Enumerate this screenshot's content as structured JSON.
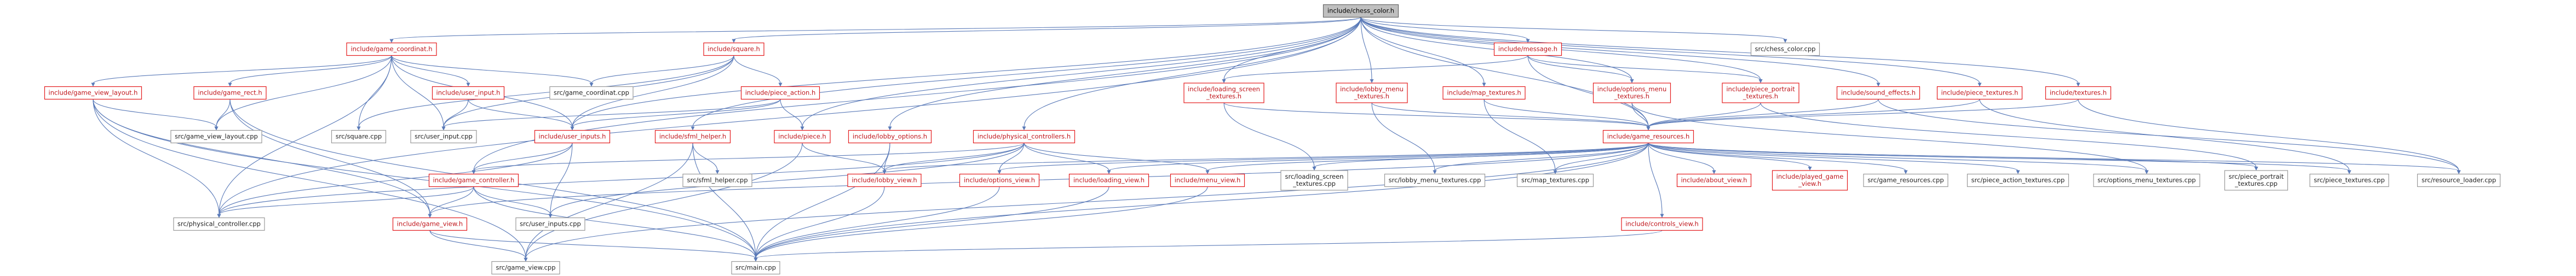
{
  "graph": {
    "nodes": [
      {
        "id": "chess_color",
        "lines": [
          "include/chess_color.h"
        ],
        "kind": "root"
      },
      {
        "id": "game_coordinat",
        "lines": [
          "include/game_coordinat.h"
        ],
        "kind": "header"
      },
      {
        "id": "square",
        "lines": [
          "include/square.h"
        ],
        "kind": "header"
      },
      {
        "id": "message",
        "lines": [
          "include/message.h"
        ],
        "kind": "header"
      },
      {
        "id": "chess_color_cpp",
        "lines": [
          "src/chess_color.cpp"
        ],
        "kind": "cpp"
      },
      {
        "id": "game_view_layout",
        "lines": [
          "include/game_view_layout.h"
        ],
        "kind": "header"
      },
      {
        "id": "game_rect",
        "lines": [
          "include/game_rect.h"
        ],
        "kind": "header"
      },
      {
        "id": "user_input",
        "lines": [
          "include/user_input.h"
        ],
        "kind": "header"
      },
      {
        "id": "game_coordinat_cpp",
        "lines": [
          "src/game_coordinat.cpp"
        ],
        "kind": "cpp"
      },
      {
        "id": "piece_action",
        "lines": [
          "include/piece_action.h"
        ],
        "kind": "header"
      },
      {
        "id": "loading_screen_textures",
        "lines": [
          "include/loading_screen",
          "_textures.h"
        ],
        "kind": "header"
      },
      {
        "id": "lobby_menu_textures",
        "lines": [
          "include/lobby_menu",
          "_textures.h"
        ],
        "kind": "header"
      },
      {
        "id": "map_textures",
        "lines": [
          "include/map_textures.h"
        ],
        "kind": "header"
      },
      {
        "id": "options_menu_textures",
        "lines": [
          "include/options_menu",
          "_textures.h"
        ],
        "kind": "header"
      },
      {
        "id": "piece_portrait_textures",
        "lines": [
          "include/piece_portrait",
          "_textures.h"
        ],
        "kind": "header"
      },
      {
        "id": "sound_effects",
        "lines": [
          "include/sound_effects.h"
        ],
        "kind": "header"
      },
      {
        "id": "piece_textures",
        "lines": [
          "include/piece_textures.h"
        ],
        "kind": "header"
      },
      {
        "id": "textures",
        "lines": [
          "include/textures.h"
        ],
        "kind": "header"
      },
      {
        "id": "game_view_layout_cpp",
        "lines": [
          "src/game_view_layout.cpp"
        ],
        "kind": "cpp"
      },
      {
        "id": "square_cpp",
        "lines": [
          "src/square.cpp"
        ],
        "kind": "cpp"
      },
      {
        "id": "user_input_cpp",
        "lines": [
          "src/user_input.cpp"
        ],
        "kind": "cpp"
      },
      {
        "id": "user_inputs",
        "lines": [
          "include/user_inputs.h"
        ],
        "kind": "header"
      },
      {
        "id": "sfml_helper",
        "lines": [
          "include/sfml_helper.h"
        ],
        "kind": "header"
      },
      {
        "id": "piece",
        "lines": [
          "include/piece.h"
        ],
        "kind": "header"
      },
      {
        "id": "lobby_options",
        "lines": [
          "include/lobby_options.h"
        ],
        "kind": "header"
      },
      {
        "id": "physical_controllers",
        "lines": [
          "include/physical_controllers.h"
        ],
        "kind": "header"
      },
      {
        "id": "game_resources",
        "lines": [
          "include/game_resources.h"
        ],
        "kind": "header"
      },
      {
        "id": "game_controller",
        "lines": [
          "include/game_controller.h"
        ],
        "kind": "header"
      },
      {
        "id": "sfml_helper_cpp",
        "lines": [
          "src/sfml_helper.cpp"
        ],
        "kind": "cpp"
      },
      {
        "id": "lobby_view",
        "lines": [
          "include/lobby_view.h"
        ],
        "kind": "header"
      },
      {
        "id": "options_view",
        "lines": [
          "include/options_view.h"
        ],
        "kind": "header"
      },
      {
        "id": "loading_view",
        "lines": [
          "include/loading_view.h"
        ],
        "kind": "header"
      },
      {
        "id": "menu_view",
        "lines": [
          "include/menu_view.h"
        ],
        "kind": "header"
      },
      {
        "id": "loading_screen_textures_cpp",
        "lines": [
          "src/loading_screen",
          "_textures.cpp"
        ],
        "kind": "cpp"
      },
      {
        "id": "lobby_menu_textures_cpp",
        "lines": [
          "src/lobby_menu_textures.cpp"
        ],
        "kind": "cpp"
      },
      {
        "id": "map_textures_cpp",
        "lines": [
          "src/map_textures.cpp"
        ],
        "kind": "cpp"
      },
      {
        "id": "about_view",
        "lines": [
          "include/about_view.h"
        ],
        "kind": "header"
      },
      {
        "id": "played_game_view",
        "lines": [
          "include/played_game",
          "_view.h"
        ],
        "kind": "header"
      },
      {
        "id": "game_resources_cpp",
        "lines": [
          "src/game_resources.cpp"
        ],
        "kind": "cpp"
      },
      {
        "id": "piece_action_textures_cpp",
        "lines": [
          "src/piece_action_textures.cpp"
        ],
        "kind": "cpp"
      },
      {
        "id": "options_menu_textures_cpp",
        "lines": [
          "src/options_menu_textures.cpp"
        ],
        "kind": "cpp"
      },
      {
        "id": "piece_portrait_textures_cpp",
        "lines": [
          "src/piece_portrait",
          "_textures.cpp"
        ],
        "kind": "cpp"
      },
      {
        "id": "piece_textures_cpp",
        "lines": [
          "src/piece_textures.cpp"
        ],
        "kind": "cpp"
      },
      {
        "id": "resource_loader_cpp",
        "lines": [
          "src/resource_loader.cpp"
        ],
        "kind": "cpp"
      },
      {
        "id": "physical_controller_cpp",
        "lines": [
          "src/physical_controller.cpp"
        ],
        "kind": "cpp"
      },
      {
        "id": "user_inputs_cpp",
        "lines": [
          "src/user_inputs.cpp"
        ],
        "kind": "cpp"
      },
      {
        "id": "game_view",
        "lines": [
          "include/game_view.h"
        ],
        "kind": "header"
      },
      {
        "id": "controls_view",
        "lines": [
          "include/controls_view.h"
        ],
        "kind": "header"
      },
      {
        "id": "game_view_cpp",
        "lines": [
          "src/game_view.cpp"
        ],
        "kind": "cpp"
      },
      {
        "id": "main_cpp",
        "lines": [
          "src/main.cpp"
        ],
        "kind": "cpp"
      }
    ],
    "edges": [
      [
        "chess_color",
        "game_coordinat"
      ],
      [
        "chess_color",
        "square"
      ],
      [
        "chess_color",
        "message"
      ],
      [
        "chess_color",
        "chess_color_cpp"
      ],
      [
        "chess_color",
        "loading_screen_textures"
      ],
      [
        "chess_color",
        "lobby_menu_textures"
      ],
      [
        "chess_color",
        "map_textures"
      ],
      [
        "chess_color",
        "options_menu_textures"
      ],
      [
        "chess_color",
        "piece_portrait_textures"
      ],
      [
        "chess_color",
        "sound_effects"
      ],
      [
        "chess_color",
        "piece_textures"
      ],
      [
        "chess_color",
        "textures"
      ],
      [
        "chess_color",
        "user_inputs"
      ],
      [
        "chess_color",
        "sfml_helper"
      ],
      [
        "chess_color",
        "piece"
      ],
      [
        "chess_color",
        "lobby_options"
      ],
      [
        "chess_color",
        "physical_controllers"
      ],
      [
        "chess_color",
        "game_resources"
      ],
      [
        "chess_color",
        "game_controller"
      ],
      [
        "chess_color",
        "physical_controller_cpp"
      ],
      [
        "game_coordinat",
        "game_view_layout"
      ],
      [
        "game_coordinat",
        "game_rect"
      ],
      [
        "game_coordinat",
        "user_input"
      ],
      [
        "game_coordinat",
        "game_coordinat_cpp"
      ],
      [
        "game_coordinat",
        "square_cpp"
      ],
      [
        "game_coordinat",
        "game_view_layout_cpp"
      ],
      [
        "game_coordinat",
        "user_input_cpp"
      ],
      [
        "game_coordinat",
        "user_inputs"
      ],
      [
        "game_coordinat",
        "physical_controller_cpp"
      ],
      [
        "square",
        "piece_action"
      ],
      [
        "square",
        "square_cpp"
      ],
      [
        "square",
        "game_coordinat_cpp"
      ],
      [
        "square",
        "user_inputs"
      ],
      [
        "square",
        "user_input_cpp"
      ],
      [
        "message",
        "loading_screen_textures"
      ],
      [
        "message",
        "game_resources"
      ],
      [
        "message",
        "options_menu_textures"
      ],
      [
        "message",
        "piece_portrait_textures"
      ],
      [
        "game_view_layout",
        "game_view_layout_cpp"
      ],
      [
        "game_view_layout",
        "physical_controller_cpp"
      ],
      [
        "game_view_layout",
        "game_view"
      ],
      [
        "game_view_layout",
        "game_view_cpp"
      ],
      [
        "game_view_layout",
        "main_cpp"
      ],
      [
        "game_rect",
        "game_view_layout_cpp"
      ],
      [
        "game_rect",
        "game_view"
      ],
      [
        "game_rect",
        "main_cpp"
      ],
      [
        "user_input",
        "user_input_cpp"
      ],
      [
        "user_input",
        "user_inputs"
      ],
      [
        "piece_action",
        "user_inputs"
      ],
      [
        "piece_action",
        "piece"
      ],
      [
        "piece_action",
        "user_input_cpp"
      ],
      [
        "loading_screen_textures",
        "loading_screen_textures_cpp"
      ],
      [
        "loading_screen_textures",
        "game_resources"
      ],
      [
        "lobby_menu_textures",
        "lobby_menu_textures_cpp"
      ],
      [
        "lobby_menu_textures",
        "game_resources"
      ],
      [
        "map_textures",
        "map_textures_cpp"
      ],
      [
        "map_textures",
        "game_resources"
      ],
      [
        "options_menu_textures",
        "options_menu_textures_cpp"
      ],
      [
        "options_menu_textures",
        "game_resources"
      ],
      [
        "piece_portrait_textures",
        "piece_portrait_textures_cpp"
      ],
      [
        "piece_portrait_textures",
        "game_resources"
      ],
      [
        "sound_effects",
        "game_resources"
      ],
      [
        "sound_effects",
        "resource_loader_cpp"
      ],
      [
        "piece_textures",
        "piece_textures_cpp"
      ],
      [
        "piece_textures",
        "game_resources"
      ],
      [
        "textures",
        "game_resources"
      ],
      [
        "textures",
        "resource_loader_cpp"
      ],
      [
        "user_inputs",
        "game_controller"
      ],
      [
        "user_inputs",
        "user_inputs_cpp"
      ],
      [
        "user_inputs",
        "physical_controller_cpp"
      ],
      [
        "sfml_helper",
        "sfml_helper_cpp"
      ],
      [
        "sfml_helper",
        "game_view_cpp"
      ],
      [
        "sfml_helper",
        "main_cpp"
      ],
      [
        "piece",
        "lobby_view"
      ],
      [
        "piece",
        "game_view_cpp"
      ],
      [
        "lobby_options",
        "lobby_view"
      ],
      [
        "lobby_options",
        "main_cpp"
      ],
      [
        "physical_controllers",
        "game_controller"
      ],
      [
        "physical_controllers",
        "lobby_view"
      ],
      [
        "physical_controllers",
        "options_view"
      ],
      [
        "physical_controllers",
        "loading_view"
      ],
      [
        "physical_controllers",
        "menu_view"
      ],
      [
        "physical_controllers",
        "physical_controller_cpp"
      ],
      [
        "physical_controllers",
        "user_inputs_cpp"
      ],
      [
        "game_resources",
        "lobby_view"
      ],
      [
        "game_resources",
        "options_view"
      ],
      [
        "game_resources",
        "loading_view"
      ],
      [
        "game_resources",
        "menu_view"
      ],
      [
        "game_resources",
        "about_view"
      ],
      [
        "game_resources",
        "played_game_view"
      ],
      [
        "game_resources",
        "game_resources_cpp"
      ],
      [
        "game_resources",
        "piece_action_textures_cpp"
      ],
      [
        "game_resources",
        "options_menu_textures_cpp"
      ],
      [
        "game_resources",
        "piece_portrait_textures_cpp"
      ],
      [
        "game_resources",
        "piece_textures_cpp"
      ],
      [
        "game_resources",
        "resource_loader_cpp"
      ],
      [
        "game_resources",
        "map_textures_cpp"
      ],
      [
        "game_resources",
        "loading_screen_textures_cpp"
      ],
      [
        "game_resources",
        "lobby_menu_textures_cpp"
      ],
      [
        "game_resources",
        "controls_view"
      ],
      [
        "game_resources",
        "game_view"
      ],
      [
        "game_resources",
        "game_view_cpp"
      ],
      [
        "game_resources",
        "main_cpp"
      ],
      [
        "game_controller",
        "physical_controller_cpp"
      ],
      [
        "game_controller",
        "user_inputs_cpp"
      ],
      [
        "game_controller",
        "game_view"
      ],
      [
        "game_controller",
        "main_cpp"
      ],
      [
        "lobby_view",
        "main_cpp"
      ],
      [
        "options_view",
        "main_cpp"
      ],
      [
        "loading_view",
        "main_cpp"
      ],
      [
        "menu_view",
        "main_cpp"
      ],
      [
        "controls_view",
        "main_cpp"
      ],
      [
        "game_view",
        "game_view_cpp"
      ],
      [
        "game_view",
        "main_cpp"
      ]
    ]
  }
}
